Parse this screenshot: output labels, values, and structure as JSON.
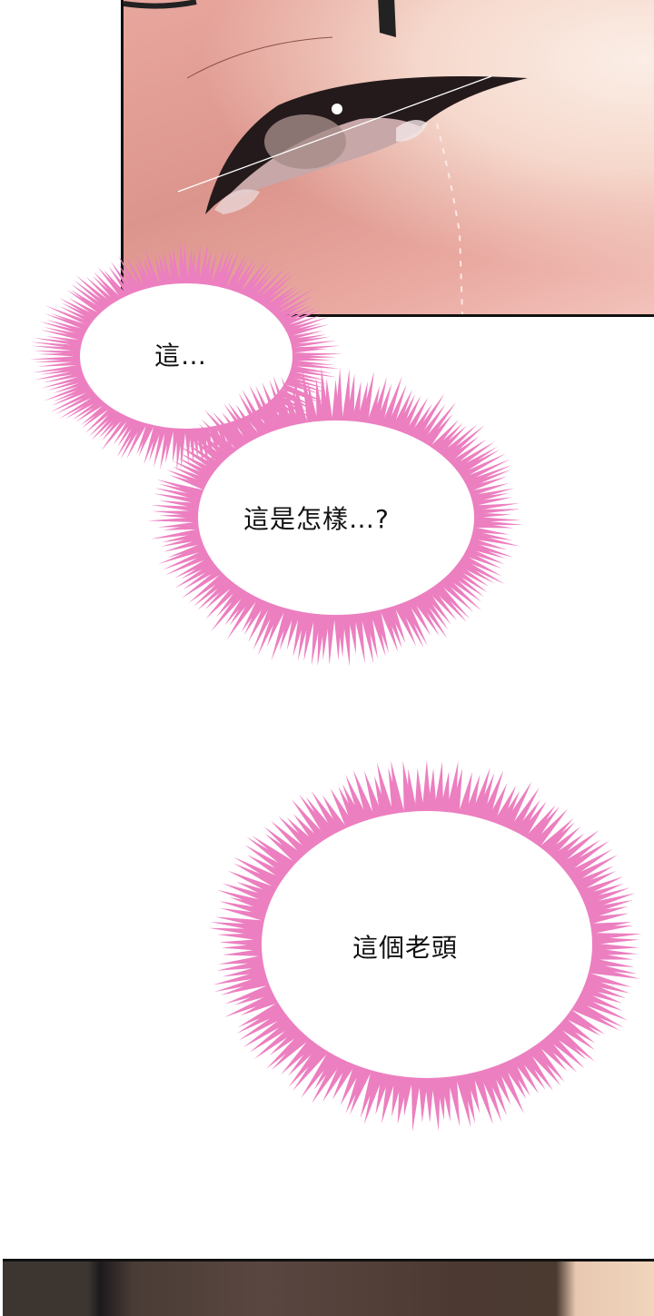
{
  "comic": {
    "bubbles": [
      {
        "text": "這…"
      },
      {
        "text": "這是怎樣…?"
      },
      {
        "text": "這個老頭"
      }
    ],
    "colors": {
      "burst_pink": "#ec7fc0",
      "skin": "#e3a198",
      "panel_border": "#111111"
    }
  }
}
